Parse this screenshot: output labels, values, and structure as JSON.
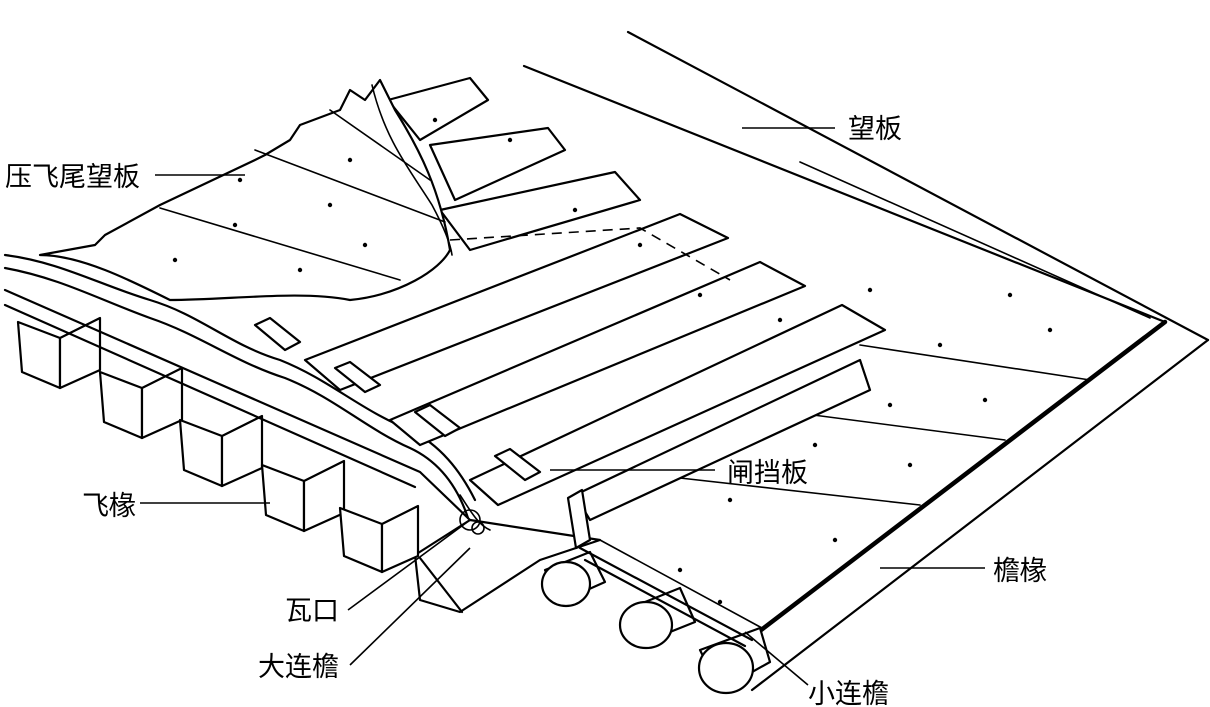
{
  "labels": {
    "wangban": "望板",
    "yafeiwei": "压飞尾望板",
    "zhadangban": "闸挡板",
    "feichuan": "飞椽",
    "yanchuan": "檐椽",
    "wakou": "瓦口",
    "dalianyan": "大连檐",
    "xiaolianyan": "小连檐"
  }
}
